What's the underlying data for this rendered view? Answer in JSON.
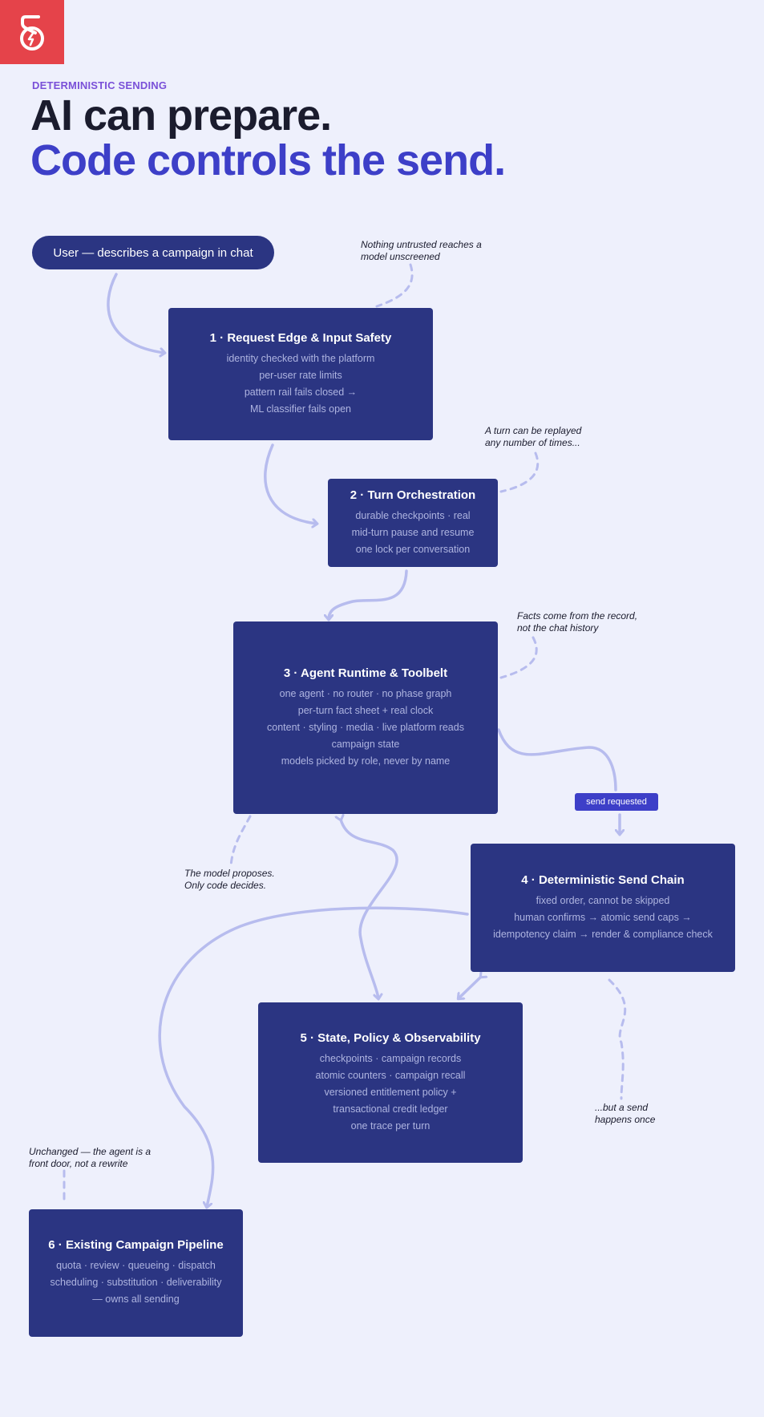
{
  "logo": {
    "color": "#e5434a",
    "icon": "brand-logo-icon"
  },
  "eyebrow": "DETERMINISTIC SENDING",
  "headline": {
    "line1": "AI can prepare.",
    "line2": "Code controls the send."
  },
  "colors": {
    "background": "#eef0fc",
    "box": "#2b3582",
    "accent": "#3d3fc8",
    "eyebrow": "#7a50d8",
    "connector": "#b7bcee"
  },
  "user_pill": "User — describes a campaign in chat",
  "stages": [
    {
      "title": "1 · Request Edge & Input Safety",
      "lines": [
        "identity checked with the platform",
        "per-user rate limits",
        "pattern rail fails closed →",
        "ML classifier fails open"
      ]
    },
    {
      "title": "2 · Turn Orchestration",
      "lines": [
        "durable checkpoints · real",
        "mid-turn pause and resume",
        "one lock per conversation"
      ]
    },
    {
      "title": "3 · Agent Runtime & Toolbelt",
      "lines": [
        "one agent · no router · no phase graph",
        "per-turn fact sheet + real clock",
        "content · styling · media · live platform reads",
        "campaign state",
        "models picked by role, never by name"
      ]
    },
    {
      "title": "4 · Deterministic Send Chain",
      "lines": [
        "fixed order, cannot be skipped",
        "human confirms → atomic send caps →",
        "idempotency claim → render & compliance check"
      ]
    },
    {
      "title": "5 · State, Policy & Observability",
      "lines": [
        "checkpoints · campaign records",
        "atomic counters · campaign recall",
        "versioned entitlement policy +",
        "transactional credit ledger",
        "one trace per turn"
      ]
    },
    {
      "title": "6 · Existing Campaign Pipeline",
      "lines": [
        "quota · review · queueing · dispatch",
        "scheduling · substitution · deliverability",
        "— owns all sending"
      ]
    }
  ],
  "notes": {
    "untrusted": "Nothing untrusted reaches a\nmodel unscreened",
    "replay": "A turn can be replayed\nany number of times...",
    "facts": "Facts come from the record,\nnot the chat history",
    "proposes": "The model proposes.\nOnly code decides.",
    "once": "...but a send\nhappens once",
    "unchanged": "Unchanged — the agent is a\nfront door, not a rewrite"
  },
  "badge": "send requested"
}
